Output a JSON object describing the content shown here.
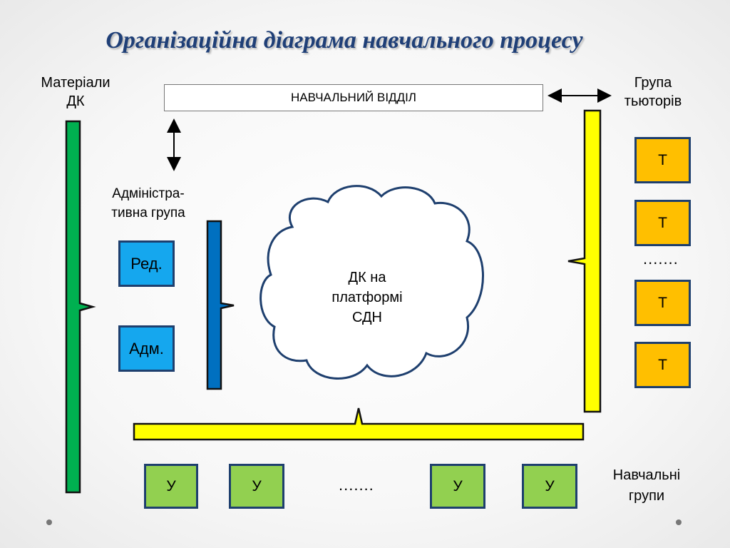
{
  "title": "Організаційна діаграма навчального процесу",
  "materials_label": [
    "Матеріали",
    "ДК"
  ],
  "department": "НАВЧАЛЬНИЙ ВІДДІЛ",
  "tutors_label": [
    "Група",
    "тьюторів"
  ],
  "admin_label": [
    "Адміністра-",
    "тивна група"
  ],
  "admin_boxes": [
    "Ред.",
    "Адм."
  ],
  "cloud_text": [
    "ДК на",
    "платформі",
    "СДН"
  ],
  "tutor_boxes": [
    "Т",
    "Т",
    "Т",
    "Т"
  ],
  "tutor_dots": ".......",
  "study_groups_label": [
    "Навчальні",
    "групи"
  ],
  "study_boxes": [
    "У",
    "У",
    "У",
    "У"
  ],
  "study_dots": ".......",
  "colors": {
    "title": "#1f3f77",
    "materials_bracket": "#00b050",
    "admin_bracket": "#0070c0",
    "tutor_bracket": "#ffff00",
    "admin_box": "#15a7ee",
    "tutor_box": "#ffbf00",
    "study_box": "#92d050"
  }
}
